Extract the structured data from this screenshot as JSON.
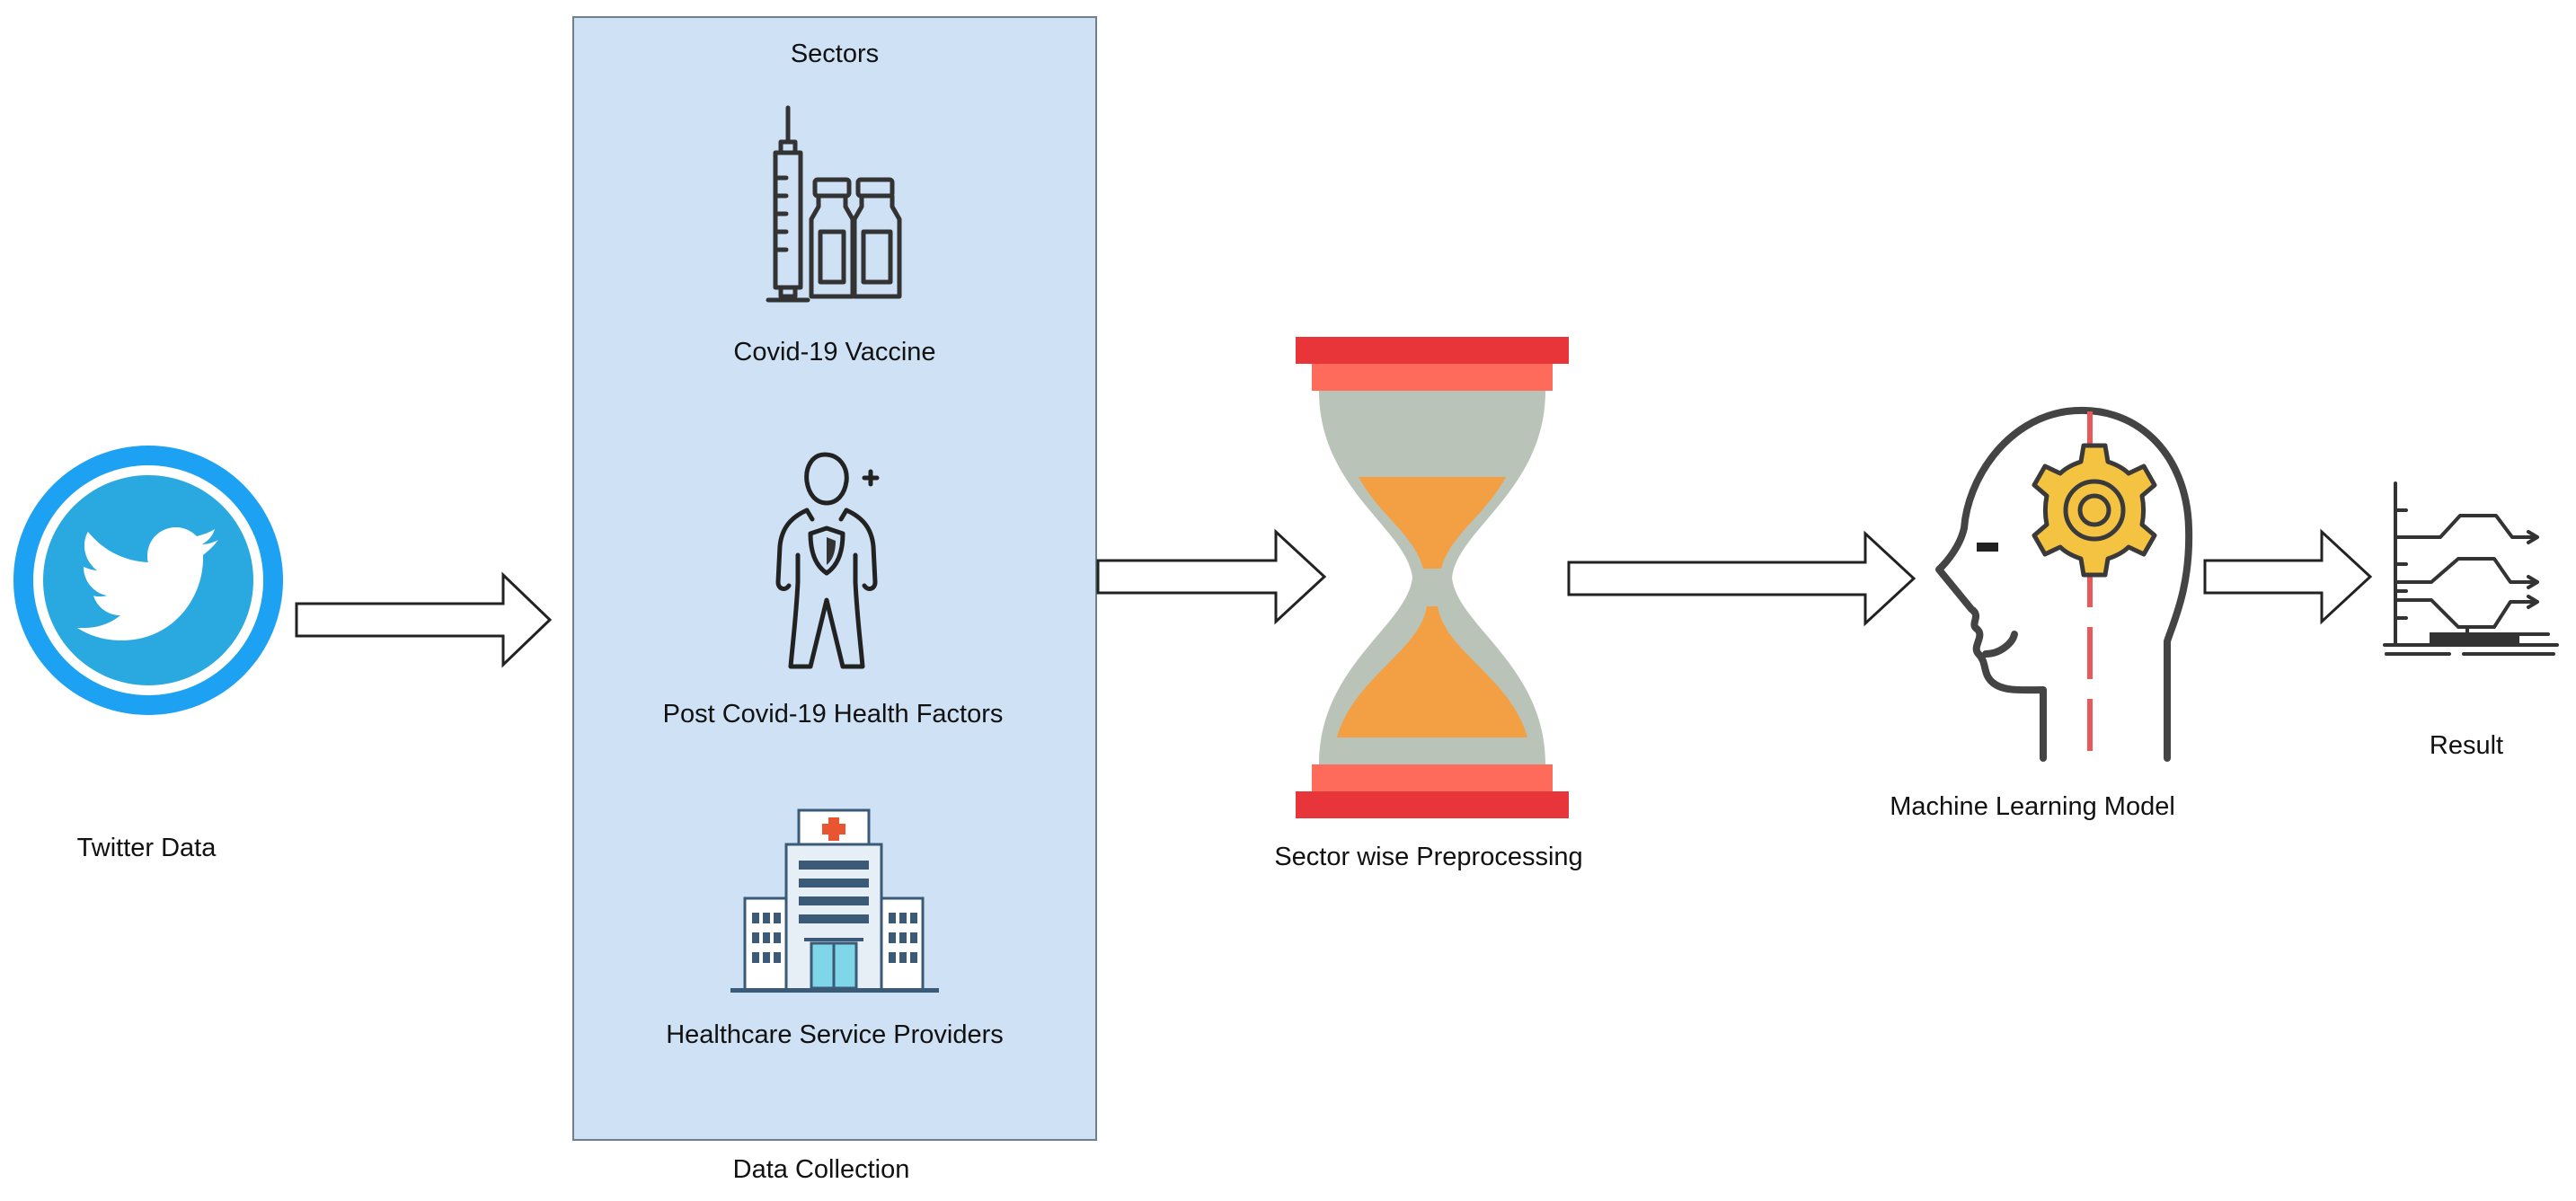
{
  "diagram": {
    "nodes": {
      "twitter": {
        "label": "Twitter Data",
        "icon": "twitter-bird-icon",
        "color": "#1da1f2"
      },
      "sectors_panel": {
        "title": "Sectors",
        "caption": "Data Collection",
        "fill": "#cfe1f4",
        "items": [
          {
            "label": "Covid-19 Vaccine",
            "icon": "vaccine-syringe-vials-icon"
          },
          {
            "label": "Post Covid-19 Health Factors",
            "icon": "person-shield-icon"
          },
          {
            "label": "Healthcare Service Providers",
            "icon": "hospital-building-icon"
          }
        ]
      },
      "preprocessing": {
        "label": "Sector wise Preprocessing",
        "icon": "hourglass-icon"
      },
      "ml_model": {
        "label": "Machine Learning Model",
        "icon": "head-gear-icon"
      },
      "result": {
        "label": "Result",
        "icon": "result-graph-icon"
      }
    },
    "edges": [
      {
        "from": "twitter",
        "to": "sectors_panel"
      },
      {
        "from": "sectors_panel",
        "to": "preprocessing"
      },
      {
        "from": "preprocessing",
        "to": "ml_model"
      },
      {
        "from": "ml_model",
        "to": "result"
      }
    ],
    "colors": {
      "accent_red": "#e8353a",
      "sand_orange": "#f3a044",
      "glass_gray": "#b9c3b8",
      "gear_yellow": "#f5c342",
      "panel_border": "#6f7f8f"
    }
  }
}
